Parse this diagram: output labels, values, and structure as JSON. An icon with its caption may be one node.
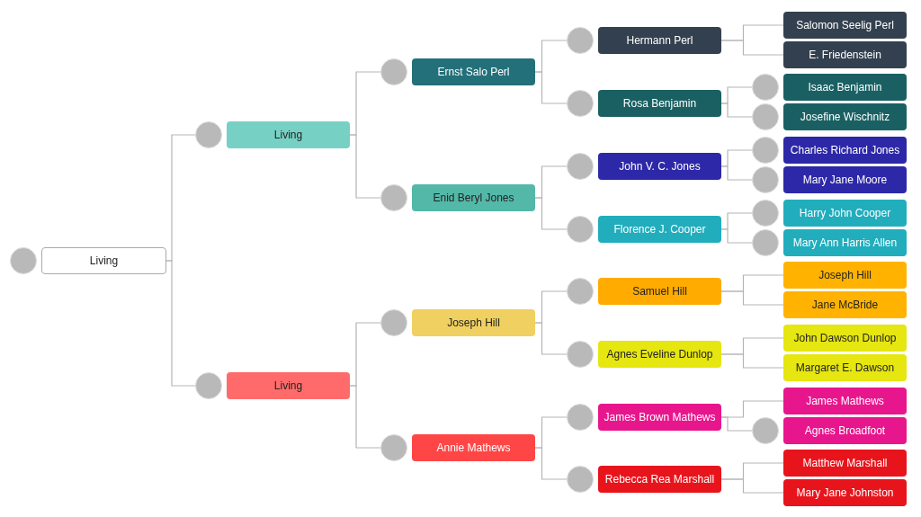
{
  "diagram": {
    "nodes": [
      {
        "text": [
          "Living"
        ]
      },
      {
        "text": [
          "Living"
        ]
      },
      {
        "text": [
          "Living"
        ]
      },
      {
        "text": [
          "Ernst Salo Perl"
        ]
      },
      {
        "text": [
          "Enid Beryl Jones"
        ]
      },
      {
        "text": [
          "Joseph Hill"
        ]
      },
      {
        "text": [
          "Annie Mathews"
        ]
      },
      {
        "text": [
          "Hermann Perl"
        ]
      },
      {
        "text": [
          "Rosa Benjamin"
        ]
      },
      {
        "text": [
          "John V. C. Jones"
        ]
      },
      {
        "text": [
          "Florence J. Cooper"
        ]
      },
      {
        "text": [
          "Samuel Hill"
        ]
      },
      {
        "text": [
          "Agnes Eveline Dunlop"
        ]
      },
      {
        "text": [
          "James Brown Mathews"
        ]
      },
      {
        "text": [
          "Rebecca Rea Marshall"
        ]
      },
      {
        "text": [
          "Salomon Seelig Perl"
        ]
      },
      {
        "text": [
          "E. Friedenstein"
        ]
      },
      {
        "text": [
          "Isaac Benjamin"
        ]
      },
      {
        "text": [
          "Josefine Wischnitz"
        ]
      },
      {
        "text": [
          "Charles Richard Jones"
        ]
      },
      {
        "text": [
          "Mary Jane Moore"
        ]
      },
      {
        "text": [
          "Harry John Cooper"
        ]
      },
      {
        "text": [
          "Mary Ann Harris Allen"
        ]
      },
      {
        "text": [
          "Joseph Hill"
        ]
      },
      {
        "text": [
          "Jane McBride"
        ]
      },
      {
        "text": [
          "John Dawson Dunlop"
        ]
      },
      {
        "text": [
          "Margaret E. Dawson"
        ]
      },
      {
        "text": [
          "James Mathews"
        ]
      },
      {
        "text": [
          "Agnes Broadfoot"
        ]
      },
      {
        "text": [
          "Matthew Marshall"
        ]
      },
      {
        "text": [
          "Mary Jane Johnston"
        ]
      }
    ],
    "edges": [
      {
        "from": 0,
        "to": 1,
        "arrow": "none"
      },
      {
        "from": 0,
        "to": 2,
        "arrow": "none"
      },
      {
        "from": 1,
        "to": 3,
        "arrow": "none"
      },
      {
        "from": 1,
        "to": 4,
        "arrow": "none"
      },
      {
        "from": 2,
        "to": 5,
        "arrow": "none"
      },
      {
        "from": 2,
        "to": 6,
        "arrow": "none"
      },
      {
        "from": 3,
        "to": 7,
        "arrow": "none"
      },
      {
        "from": 3,
        "to": 8,
        "arrow": "none"
      },
      {
        "from": 4,
        "to": 9,
        "arrow": "none"
      },
      {
        "from": 4,
        "to": 10,
        "arrow": "none"
      },
      {
        "from": 5,
        "to": 11,
        "arrow": "none"
      },
      {
        "from": 5,
        "to": 12,
        "arrow": "none"
      },
      {
        "from": 6,
        "to": 13,
        "arrow": "none"
      },
      {
        "from": 6,
        "to": 14,
        "arrow": "none"
      },
      {
        "from": 7,
        "to": 15,
        "arrow": "none"
      },
      {
        "from": 7,
        "to": 16,
        "arrow": "none"
      },
      {
        "from": 8,
        "to": 17,
        "arrow": "none"
      },
      {
        "from": 8,
        "to": 18,
        "arrow": "none"
      },
      {
        "from": 9,
        "to": 19,
        "arrow": "none"
      },
      {
        "from": 9,
        "to": 20,
        "arrow": "none"
      },
      {
        "from": 10,
        "to": 21,
        "arrow": "none"
      },
      {
        "from": 10,
        "to": 22,
        "arrow": "none"
      },
      {
        "from": 11,
        "to": 23,
        "arrow": "none"
      },
      {
        "from": 11,
        "to": 24,
        "arrow": "none"
      },
      {
        "from": 12,
        "to": 25,
        "arrow": "none"
      },
      {
        "from": 12,
        "to": 26,
        "arrow": "none"
      },
      {
        "from": 13,
        "to": 27,
        "arrow": "none"
      },
      {
        "from": 13,
        "to": 28,
        "arrow": "none"
      },
      {
        "from": 14,
        "to": 29,
        "arrow": "none"
      },
      {
        "from": 14,
        "to": 30,
        "arrow": "none"
      }
    ]
  }
}
